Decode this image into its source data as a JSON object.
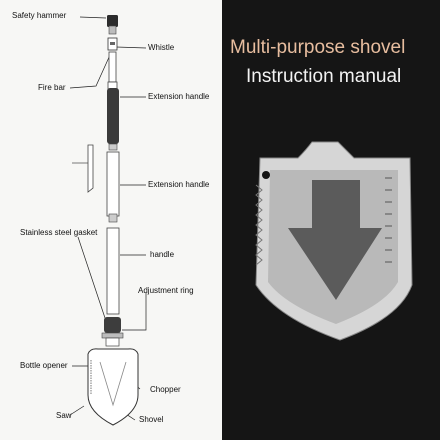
{
  "manual": {
    "title_line1": "Multi-purpose shovel",
    "title_line2": "Instruction manual"
  },
  "parts": {
    "safety_hammer": "Safety hammer",
    "whistle": "Whistle",
    "fire_bar": "Fire bar",
    "extension_handle_1": "Extension handle",
    "extension_handle_2": "Extension handle",
    "stainless_steel_gasket": "Stainless steel gasket",
    "handle": "handle",
    "adjustment_ring": "Adjustment ring",
    "bottle_opener": "Bottle opener",
    "chopper": "Chopper",
    "saw": "Saw",
    "shovel": "Shovel"
  },
  "colors": {
    "left_bg": "#f7f7f5",
    "right_bg": "#151515",
    "title_accent": "#e7bd9f",
    "title_white": "#f3f3f3"
  }
}
